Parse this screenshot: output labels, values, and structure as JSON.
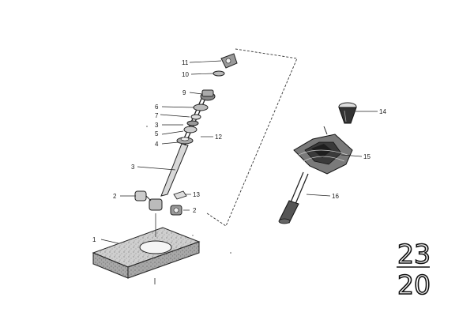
{
  "parts": [
    {
      "id": "p1",
      "label": "1"
    },
    {
      "id": "p2a",
      "label": "2"
    },
    {
      "id": "p2b",
      "label": "2"
    },
    {
      "id": "p3a",
      "label": "3"
    },
    {
      "id": "p3b",
      "label": "3"
    },
    {
      "id": "p4",
      "label": "4"
    },
    {
      "id": "p5",
      "label": "5"
    },
    {
      "id": "p6",
      "label": "6"
    },
    {
      "id": "p7",
      "label": "7"
    },
    {
      "id": "p9",
      "label": "9"
    },
    {
      "id": "p10",
      "label": "10"
    },
    {
      "id": "p11",
      "label": "11"
    },
    {
      "id": "p12",
      "label": "12"
    },
    {
      "id": "p13",
      "label": "13"
    },
    {
      "id": "p14",
      "label": "14"
    },
    {
      "id": "p15",
      "label": "15"
    },
    {
      "id": "p16",
      "label": "16"
    }
  ],
  "page_ref": {
    "top": "23",
    "bottom": "20"
  }
}
